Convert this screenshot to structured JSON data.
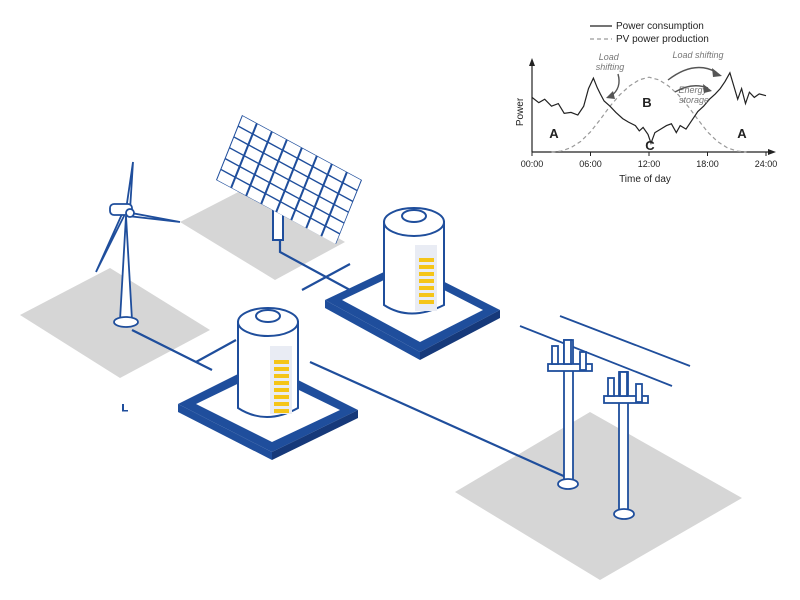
{
  "colors": {
    "blue": "#1f4e9c",
    "ground": "#d6d6d6",
    "battery_fill": "#f5c518",
    "panel_cell": "#ffffff",
    "chart_line": "#222222",
    "chart_dash": "#9a9a9a"
  },
  "icons": [
    "wind-turbine-icon",
    "solar-panel-icon",
    "battery-icon",
    "power-pole-icon"
  ],
  "chart": {
    "legend_consumption": "Power consumption",
    "legend_pv": "PV power production",
    "ylabel": "Power",
    "xlabel": "Time of day",
    "xticks": [
      "00:00",
      "06:00",
      "12:00",
      "18:00",
      "24:00"
    ],
    "label_a_left": "A",
    "label_a_right": "A",
    "label_b": "B",
    "label_c": "C",
    "ann_load_shifting_1a": "Load",
    "ann_load_shifting_1b": "shifting",
    "ann_load_shifting_2": "Load shifting",
    "ann_energy_a": "Energy",
    "ann_energy_b": "storage"
  },
  "chart_data": {
    "type": "line",
    "xlabel": "Time of day",
    "ylabel": "Power",
    "xlim": [
      0,
      24
    ],
    "grid": false,
    "legend": "top",
    "series": [
      {
        "name": "Power consumption",
        "style": "solid",
        "x": [
          0,
          0.7,
          1.3,
          2,
          2.7,
          3.3,
          4,
          4.7,
          5.3,
          5.8,
          6.3,
          6.7,
          7,
          7.4,
          8,
          8.6,
          9.3,
          9.9,
          10.6,
          11,
          11.4,
          11.9,
          12.2,
          12.6,
          13.2,
          13.8,
          14.3,
          14.8,
          15.2,
          15.8,
          16.4,
          17,
          17.6,
          18.2,
          18.8,
          19.3,
          19.8,
          20.3,
          20.7,
          21.1,
          21.5,
          21.9,
          22.3,
          22.8,
          23.3,
          24
        ],
        "y": [
          0.62,
          0.56,
          0.6,
          0.52,
          0.55,
          0.44,
          0.45,
          0.42,
          0.52,
          0.72,
          0.84,
          0.73,
          0.66,
          0.58,
          0.52,
          0.45,
          0.38,
          0.34,
          0.3,
          0.24,
          0.28,
          0.2,
          0.1,
          0.22,
          0.26,
          0.3,
          0.32,
          0.22,
          0.3,
          0.26,
          0.36,
          0.46,
          0.52,
          0.6,
          0.66,
          0.72,
          0.8,
          0.9,
          0.75,
          0.6,
          0.72,
          0.55,
          0.68,
          0.62,
          0.66,
          0.64
        ]
      },
      {
        "name": "PV power production",
        "style": "dashed",
        "x": [
          2,
          3,
          4,
          5,
          6,
          7,
          8,
          9,
          10,
          11,
          12,
          13,
          14,
          15,
          16,
          17,
          18,
          19,
          20,
          21,
          22
        ],
        "y": [
          0,
          0.01,
          0.05,
          0.12,
          0.23,
          0.37,
          0.52,
          0.65,
          0.75,
          0.82,
          0.85,
          0.82,
          0.75,
          0.65,
          0.52,
          0.37,
          0.23,
          0.12,
          0.05,
          0.01,
          0
        ]
      }
    ]
  }
}
